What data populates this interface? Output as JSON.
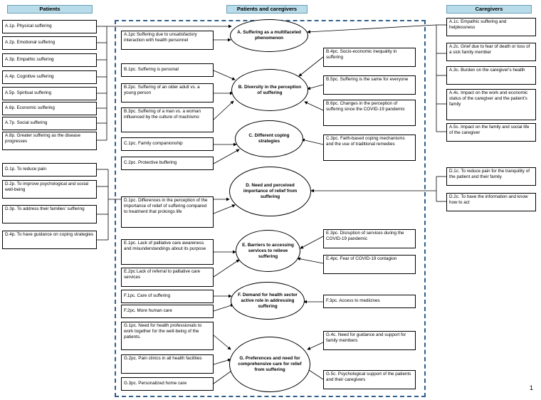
{
  "headers": {
    "patients": "Patients",
    "both": "Patients and caregivers",
    "caregivers": "Caregivers"
  },
  "patients": [
    "A.1p. Physical suffering",
    "A.2p. Emotional suffering",
    "A.3p. Empathic suffering",
    "A.4p. Cognitive suffering",
    "A.5p. Spiritual suffering",
    "A.6p. Economic suffering",
    "A.7p. Social suffering",
    "A.8p. Greater suffering as the disease progresses",
    "D.1p. To reduce pain",
    "D.2p. To improve psychological and social well-being",
    "D.3p. To address their families' suffering",
    "D.4p. To have guidance on coping strategies"
  ],
  "caregivers": [
    "A.1c. Empathic suffering and helplessness",
    "A.2c. Grief due to fear of death or loss of a sick family member",
    "A.3c. Burden on the caregiver's health",
    "A.4c. Impact on the work and economic status of the caregiver and the patient's family",
    "A.5c. Impact on the family and social life of the caregiver",
    "D.1c. To reduce pain for the tranquility of the patient and their family",
    "D.2c. To have the information and know how to act"
  ],
  "themes": [
    "A. Suffering as a multifaceted phenomenon",
    "B. Diversity in the perception of suffering",
    "C. Different coping strategies",
    "D. Need and perceived importance of relief from suffering",
    "E. Barriers to accessing services to relieve suffering",
    "F. Demand for health sector active role in addressing suffering",
    "G. Preferences and need for comprehensive care for relief from suffering"
  ],
  "left_pc": [
    "A.1pc Suffering due to unsatisfactory interaction with health personnel",
    "B.1pc. Suffering is personal",
    "B.2pc. Suffering of an older adult vs. a young person",
    "B.3pc. Suffering of a man vs. a woman influenced by the culture of machismo",
    "C.1pc. Family companionship",
    "C.2pc. Protective buffering",
    "D.1pc. Differences in the perception of the importance of relief of suffering compared to treatment that prolongs life",
    "E.1pc. Lack of palliative care awareness and misunderstandings about its purpose",
    "E.2pc Lack of referral to palliative care services",
    "F.1pc. Care of suffering",
    "F.2pc. More human care",
    "G.1pc. Need for health professionals to work together for the well-being of the patients.",
    "G.2pc. Pain clinics in all health facilities",
    "G.3pc. Personalized home care"
  ],
  "right_pc": [
    "B.4pc. Socio-economic inequality in suffering",
    "B.5pc. Suffering is the same for everyone",
    "B.6pc. Changes in the perception of suffering since the COVID-19 pandemic",
    "C.3pc. Faith-based coping mechanisms and the use of traditional remedies",
    "E.3pc. Disruption of services during the COVID-19 pandemic",
    "E.4pc. Fear of COVID-19 contagion",
    "F.3pc. Access to medicines",
    "G.4c. Need for guidance and support for family members",
    "G.5c. Psychological support of the patients and their caregivers"
  ],
  "page_number": "1"
}
